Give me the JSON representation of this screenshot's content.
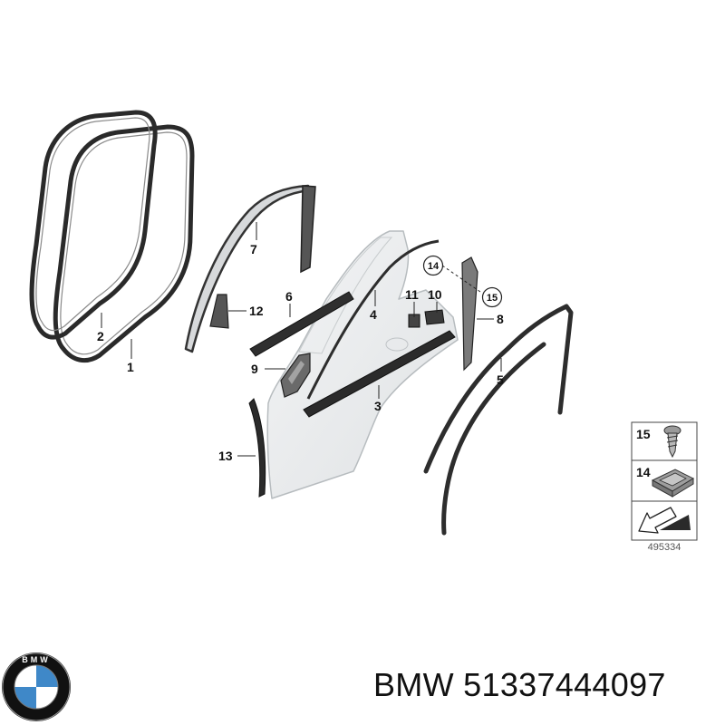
{
  "diagram": {
    "callouts": {
      "p1": "1",
      "p2": "2",
      "p3": "3",
      "p4": "4",
      "p5": "5",
      "p6": "6",
      "p7": "7",
      "p8": "8",
      "p9": "9",
      "p10": "10",
      "p11": "11",
      "p12": "12",
      "p13": "13",
      "p14": "14",
      "p15": "15"
    },
    "legend": {
      "item_a": "15",
      "item_b": "14"
    },
    "diagram_number": "495334"
  },
  "brand": {
    "logo_letters": "BMW",
    "logo_colors": {
      "ring": "#111111",
      "blue": "#3f88c8",
      "white": "#ffffff"
    }
  },
  "caption": {
    "text": "BMW 51337444097"
  }
}
